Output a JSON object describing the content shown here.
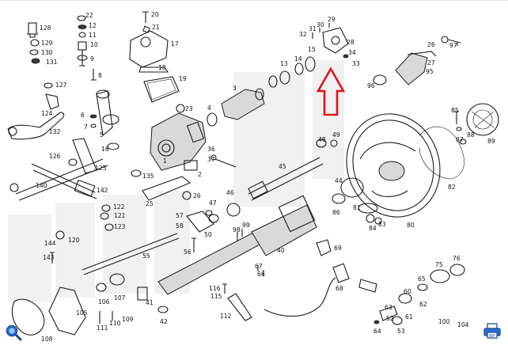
{
  "diagram": {
    "labels": [
      "128",
      "129",
      "130",
      "131",
      "127",
      "124",
      "132",
      "22",
      "12",
      "11",
      "10",
      "9",
      "8",
      "20",
      "21",
      "17",
      "18",
      "19",
      "23",
      "6",
      "7",
      "5",
      "16",
      "3",
      "4",
      "2",
      "1",
      "36",
      "37",
      "135",
      "25",
      "26",
      "57",
      "58",
      "47",
      "46",
      "99",
      "98",
      "56",
      "50",
      "126",
      "125",
      "140",
      "142",
      "122",
      "121",
      "123",
      "144",
      "120",
      "143",
      "55",
      "106",
      "107",
      "41",
      "42",
      "105",
      "108",
      "111",
      "110",
      "109",
      "116",
      "115",
      "112",
      "67",
      "66",
      "68",
      "69",
      "40",
      "45",
      "44",
      "48",
      "49",
      "13",
      "14",
      "15",
      "29",
      "30",
      "31",
      "32",
      "33",
      "34",
      "28",
      "27",
      "26",
      "97",
      "95",
      "96",
      "85",
      "86",
      "87",
      "88",
      "89",
      "84",
      "83",
      "82",
      "80",
      "81",
      "75",
      "76",
      "65",
      "60",
      "62",
      "61",
      "63",
      "64",
      "52",
      "53",
      "100",
      "104"
    ],
    "highlight_color": "#e0141b"
  },
  "toolbar": {
    "zoom_icon": "magnifier-icon",
    "print_icon": "printer-icon"
  }
}
